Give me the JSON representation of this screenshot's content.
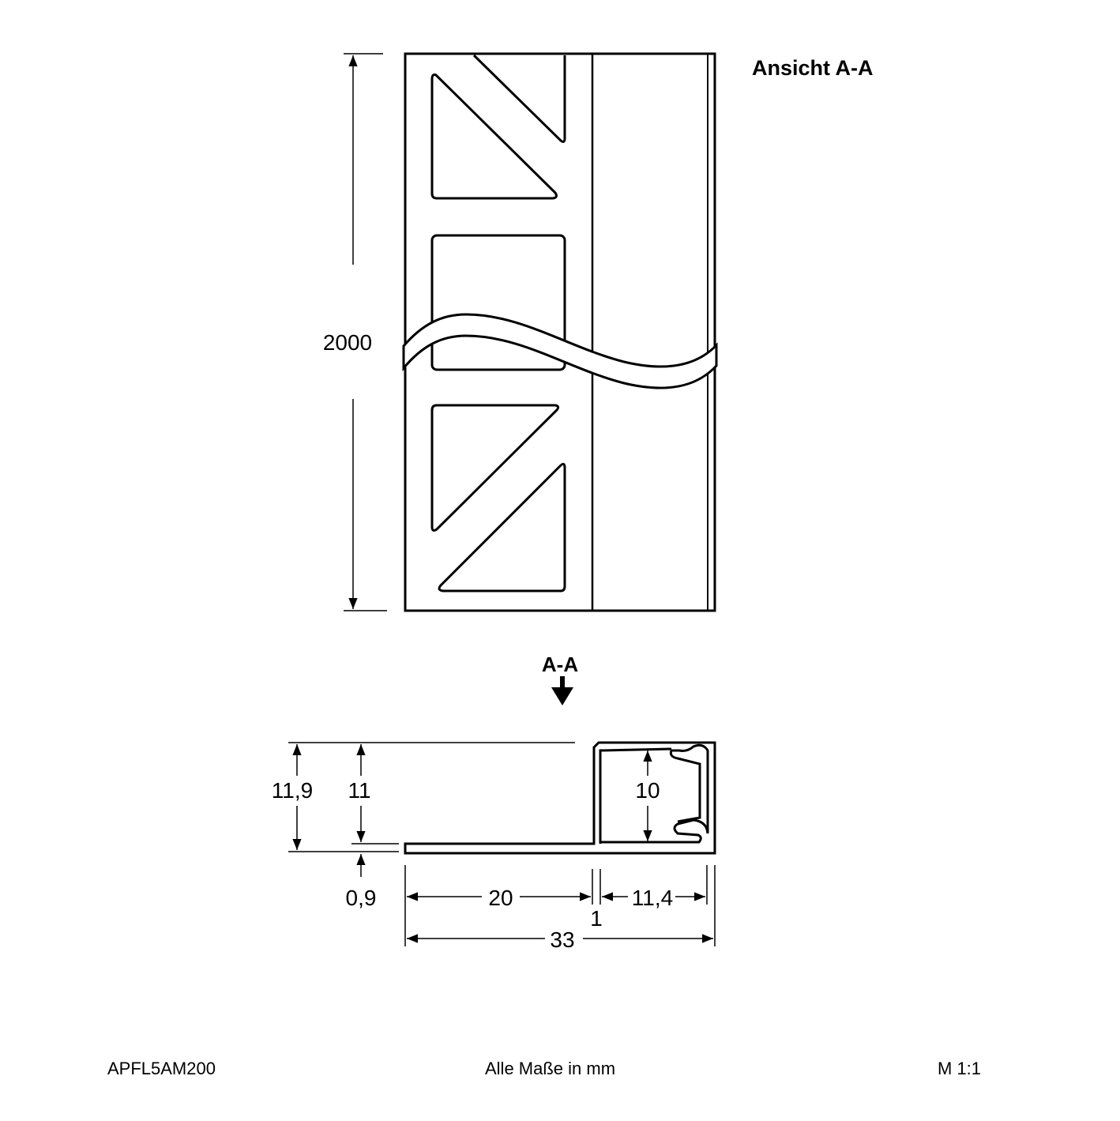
{
  "view_title": "Ansicht A-A",
  "section_label": "A-A",
  "dimensions": {
    "length": "2000",
    "total_height": "11,9",
    "inner_height": "11",
    "base_thickness": "0,9",
    "channel_height": "10",
    "flange_width": "20",
    "wall_thickness": "1",
    "channel_width": "11,4",
    "total_width": "33"
  },
  "footer": {
    "article": "APFL5AM200",
    "units_note": "Alle Maße in mm",
    "scale": "M 1:1"
  }
}
